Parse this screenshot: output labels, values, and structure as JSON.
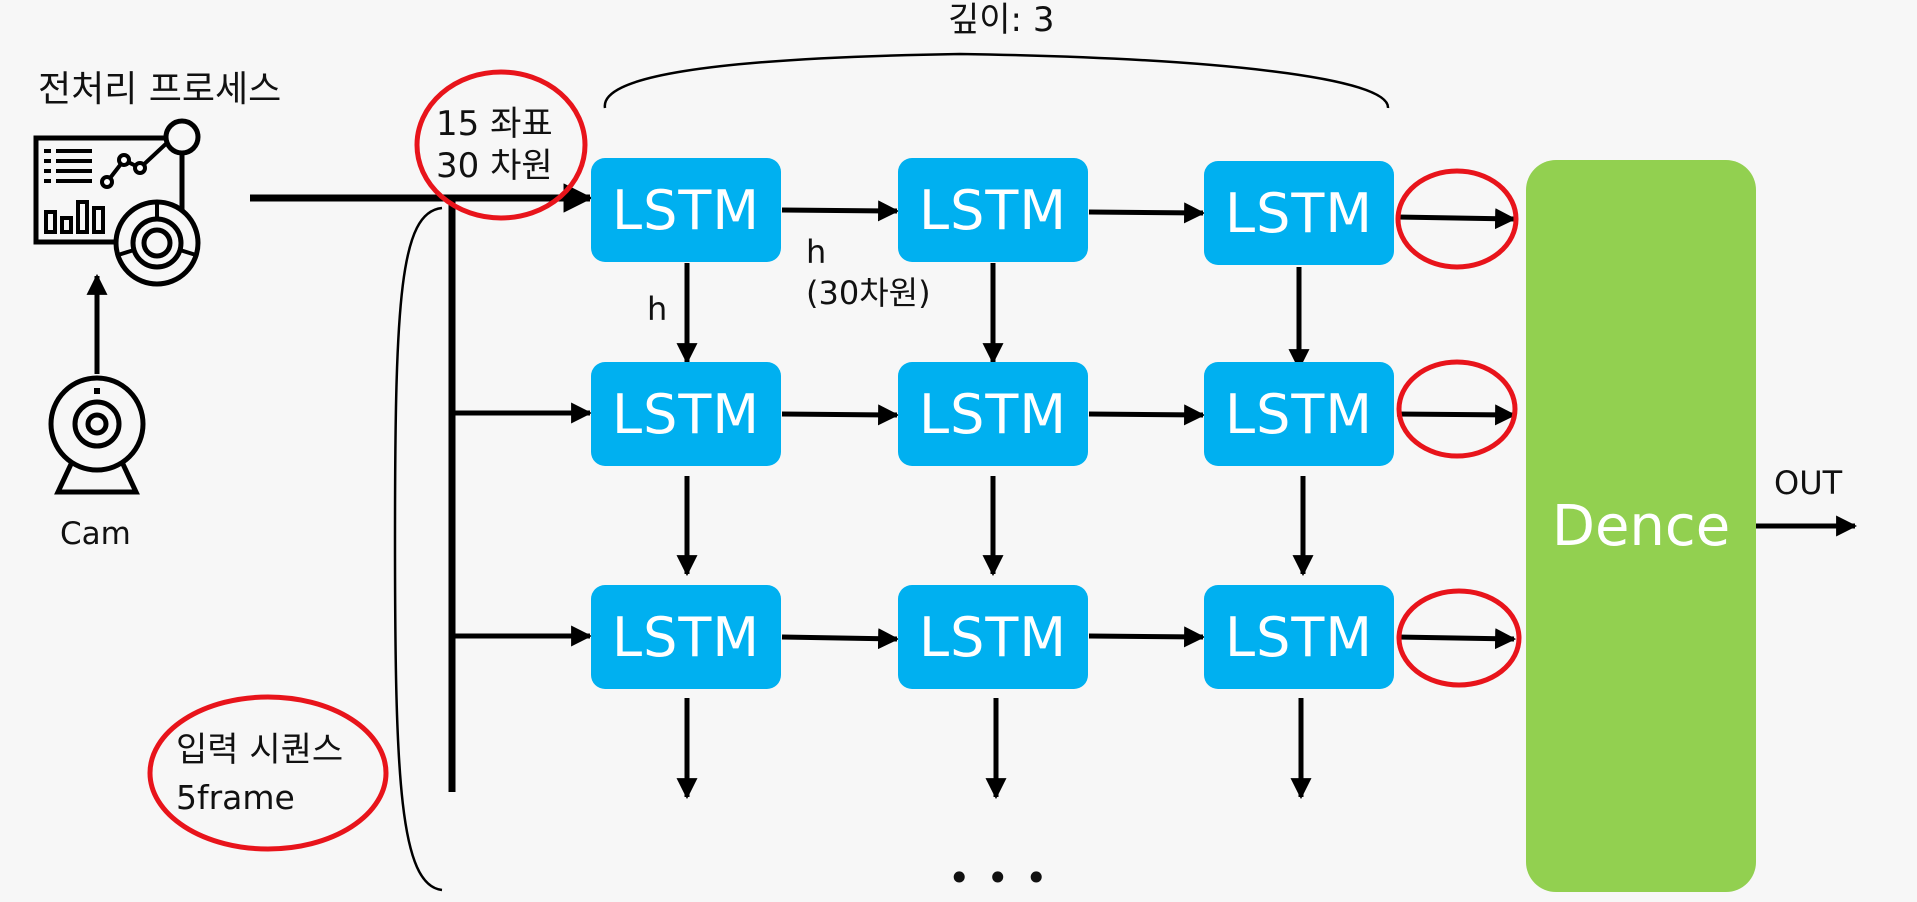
{
  "depth_label": "깊이: 3",
  "preprocess_label": "전처리 프로세스",
  "cam_label": "Cam",
  "input_note": {
    "line1": "15 좌표",
    "line2": "30 차원"
  },
  "sequence_note": {
    "line1": "입력 시퀀스",
    "line2": "5frame"
  },
  "hidden_label": "h",
  "hidden_dim_label": {
    "line1": "h",
    "line2": "(30차원)"
  },
  "lstm_label": "LSTM",
  "lstm_grid": {
    "rows": 3,
    "cols": 3
  },
  "dense_label": "Dence",
  "out_label": "OUT",
  "ellipsis": "• • •",
  "colors": {
    "lstm": "#00b0f0",
    "dense": "#92d050",
    "highlight": "#e8141b",
    "line": "#000000",
    "background": "#f7f7f7"
  }
}
